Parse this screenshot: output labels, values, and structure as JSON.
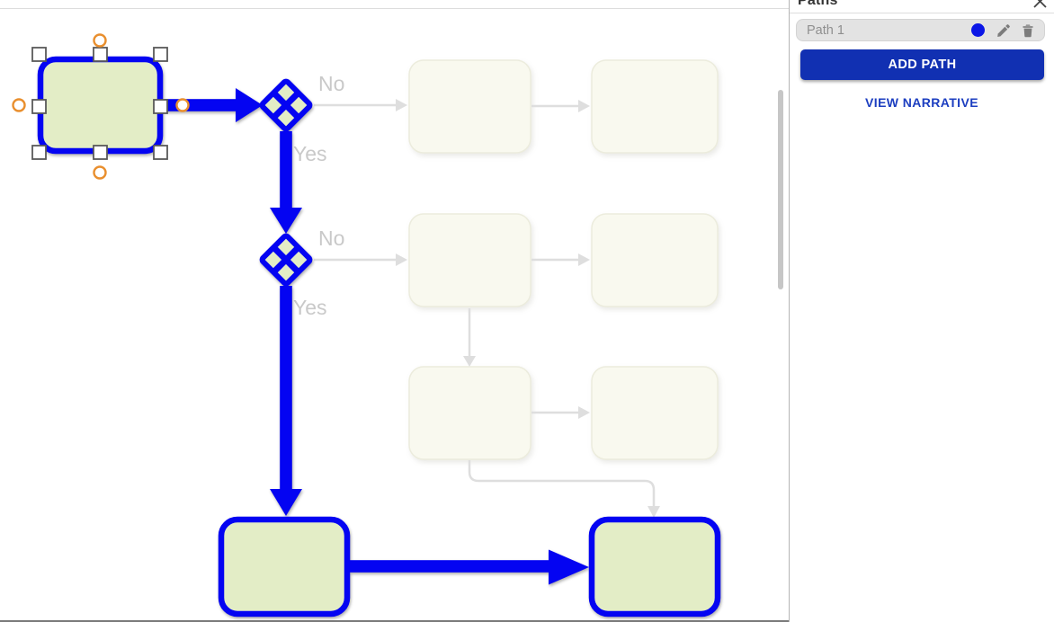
{
  "sidebar": {
    "title": "Paths",
    "paths": [
      {
        "label": "Path 1",
        "color": "#0b16e6"
      }
    ],
    "add_path_button": "ADD PATH",
    "view_narrative_link": "VIEW NARRATIVE",
    "icons": [
      "close-icon",
      "path-color-dot-icon",
      "edit-pencil-icon",
      "delete-trash-icon"
    ]
  },
  "canvas": {
    "branch_labels": [
      {
        "gateway": 1,
        "text": "No"
      },
      {
        "gateway": 1,
        "text": "Yes"
      },
      {
        "gateway": 2,
        "text": "No"
      },
      {
        "gateway": 2,
        "text": "Yes"
      }
    ]
  },
  "diagram": {
    "type": "flowchart",
    "selected_path": "Path 1",
    "nodes": [
      {
        "id": "start-task",
        "kind": "task",
        "state": "selected",
        "row": 1,
        "col": 1
      },
      {
        "id": "gateway-1",
        "kind": "exclusive-gateway",
        "state": "highlighted",
        "row": 1,
        "col": 2
      },
      {
        "id": "placeholder-task-1",
        "kind": "task",
        "state": "faded",
        "row": 1,
        "col": 3
      },
      {
        "id": "placeholder-task-2",
        "kind": "task",
        "state": "faded",
        "row": 1,
        "col": 4
      },
      {
        "id": "gateway-2",
        "kind": "exclusive-gateway",
        "state": "highlighted",
        "row": 2,
        "col": 2
      },
      {
        "id": "placeholder-task-3",
        "kind": "task",
        "state": "faded",
        "row": 2,
        "col": 3
      },
      {
        "id": "placeholder-task-4",
        "kind": "task",
        "state": "faded",
        "row": 2,
        "col": 4
      },
      {
        "id": "placeholder-task-5",
        "kind": "task",
        "state": "faded",
        "row": 3,
        "col": 3
      },
      {
        "id": "placeholder-task-6",
        "kind": "task",
        "state": "faded",
        "row": 3,
        "col": 4
      },
      {
        "id": "task-bottom-left",
        "kind": "task",
        "state": "highlighted",
        "row": 4,
        "col": 2
      },
      {
        "id": "task-bottom-right",
        "kind": "task",
        "state": "highlighted",
        "row": 4,
        "col": 4
      }
    ],
    "edges": [
      {
        "from": "start-task",
        "to": "gateway-1",
        "label": "",
        "state": "highlighted"
      },
      {
        "from": "gateway-1",
        "to": "placeholder-task-1",
        "label": "No",
        "state": "faded"
      },
      {
        "from": "gateway-1",
        "to": "gateway-2",
        "label": "Yes",
        "state": "highlighted"
      },
      {
        "from": "placeholder-task-1",
        "to": "placeholder-task-2",
        "label": "",
        "state": "faded"
      },
      {
        "from": "gateway-2",
        "to": "placeholder-task-3",
        "label": "No",
        "state": "faded"
      },
      {
        "from": "gateway-2",
        "to": "task-bottom-left",
        "label": "Yes",
        "state": "highlighted"
      },
      {
        "from": "placeholder-task-3",
        "to": "placeholder-task-4",
        "label": "",
        "state": "faded"
      },
      {
        "from": "placeholder-task-3",
        "to": "placeholder-task-5",
        "label": "",
        "state": "faded"
      },
      {
        "from": "placeholder-task-5",
        "to": "placeholder-task-6",
        "label": "",
        "state": "faded"
      },
      {
        "from": "placeholder-task-5",
        "to": "task-bottom-right",
        "label": "",
        "state": "faded"
      },
      {
        "from": "task-bottom-left",
        "to": "task-bottom-right",
        "label": "",
        "state": "highlighted"
      }
    ]
  },
  "colors": {
    "flow-blue": "#0404f2",
    "node-fill": "#e3edc6",
    "faded-fill": "#f9f9ef",
    "faded-stroke": "#ececdd",
    "gray-edge": "#dedede",
    "label-gray": "#c9c9c9",
    "orange": "#e98f2e",
    "button-blue": "#1130b2",
    "link-blue": "#1c3ec0",
    "item-bg": "#e3e3e3",
    "item-text": "#8f8f8f",
    "icon-gray": "#7c7c7c",
    "dot-blue": "#0b16e6",
    "divider": "#b5b5b5",
    "scrollbar": "#c6c6c6"
  }
}
